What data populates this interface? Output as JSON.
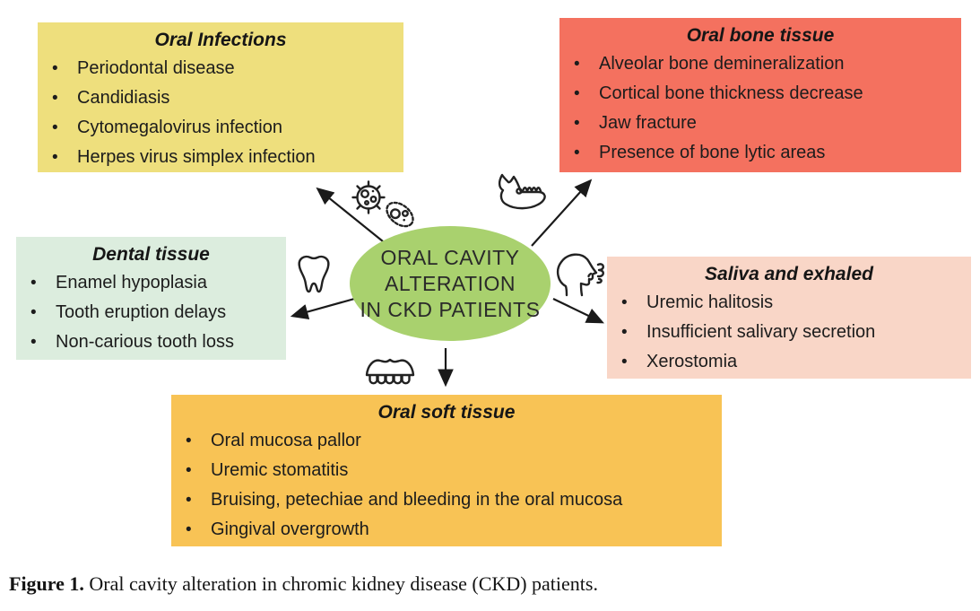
{
  "center": {
    "bg": "#a9d16e",
    "lines": [
      "ORAL CAVITY",
      "ALTERATION",
      "IN CKD PATIENTS"
    ]
  },
  "boxes": {
    "oral_infections": {
      "title": "Oral Infections",
      "bg": "#eedf7d",
      "items": [
        "Periodontal disease",
        "Candidiasis",
        "Cytomegalovirus infection",
        "Herpes virus simplex infection"
      ]
    },
    "oral_bone": {
      "title": "Oral bone tissue",
      "bg": "#f4715f",
      "items": [
        "Alveolar bone demineralization",
        "Cortical bone thickness decrease",
        "Jaw fracture",
        "Presence of bone lytic areas"
      ]
    },
    "dental": {
      "title": "Dental tissue",
      "bg": "#dcedde",
      "items": [
        "Enamel hypoplasia",
        "Tooth eruption delays",
        "Non-carious tooth loss"
      ]
    },
    "saliva": {
      "title": "Saliva and exhaled",
      "bg": "#f9d6c7",
      "items": [
        "Uremic halitosis",
        "Insufficient salivary secretion",
        "Xerostomia"
      ]
    },
    "oral_soft": {
      "title": "Oral soft tissue",
      "bg": "#f8c355",
      "items": [
        "Oral mucosa pallor",
        "Uremic stomatitis",
        "Bruising, petechiae and bleeding in the oral mucosa",
        "Gingival overgrowth"
      ]
    }
  },
  "icons": {
    "top_left": "microbes-icon",
    "top_right": "jaw-bone-icon",
    "left": "tooth-icon",
    "right": "exhaling-face-icon",
    "bottom": "denture-icon"
  },
  "colors": {
    "arrow": "#1a1a1a",
    "text": "#1c1c1c"
  },
  "caption": {
    "label": "Figure 1.",
    "text": " Oral cavity alteration in chromic kidney disease (CKD) patients."
  }
}
